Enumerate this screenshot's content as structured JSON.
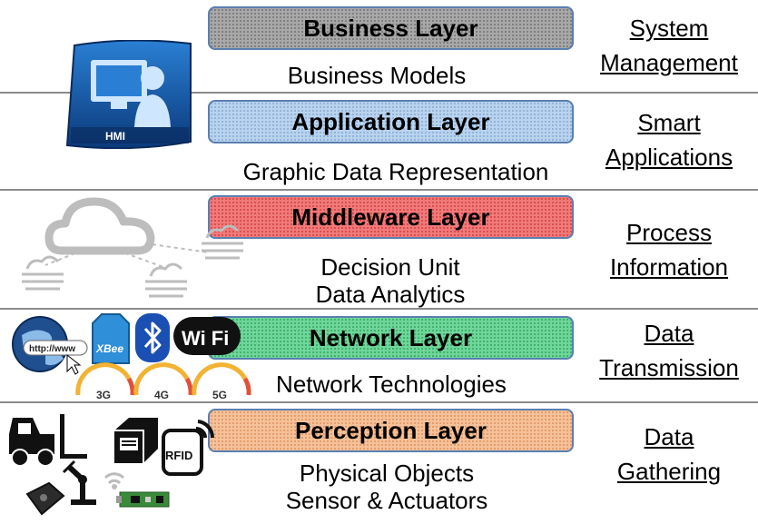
{
  "layers": [
    {
      "box_label": "Business Layer",
      "desc": [
        "Business Models"
      ],
      "side": [
        "System",
        "Management"
      ]
    },
    {
      "box_label": "Application Layer",
      "desc": [
        "Graphic Data Representation"
      ],
      "side": [
        "Smart",
        "Applications"
      ]
    },
    {
      "box_label": "Middleware Layer",
      "desc": [
        "Decision Unit",
        "Data Analytics"
      ],
      "side": [
        "Process",
        "Information"
      ]
    },
    {
      "box_label": "Network Layer",
      "desc": [
        "Network Technologies"
      ],
      "side": [
        "Data",
        "Transmission"
      ]
    },
    {
      "box_label": "Perception Layer",
      "desc": [
        "Physical Objects",
        "Sensor & Actuators"
      ],
      "side": [
        "Data",
        "Gathering"
      ]
    }
  ],
  "icons": {
    "hmi": {
      "name": "hmi-icon",
      "label": "HMI"
    },
    "cloud": {
      "name": "cloud-icon"
    },
    "globe": {
      "name": "globe-icon",
      "label": "http://www"
    },
    "xbee": {
      "name": "xbee-icon",
      "label": "XBee"
    },
    "bluetooth": {
      "name": "bluetooth-icon"
    },
    "wifi": {
      "name": "wifi-icon",
      "label": "Wi Fi"
    },
    "gauges": [
      "3G",
      "4G",
      "5G"
    ],
    "forklift": {
      "name": "forklift-icon"
    },
    "rfid": {
      "name": "rfid-icon",
      "label": "RFID"
    }
  }
}
